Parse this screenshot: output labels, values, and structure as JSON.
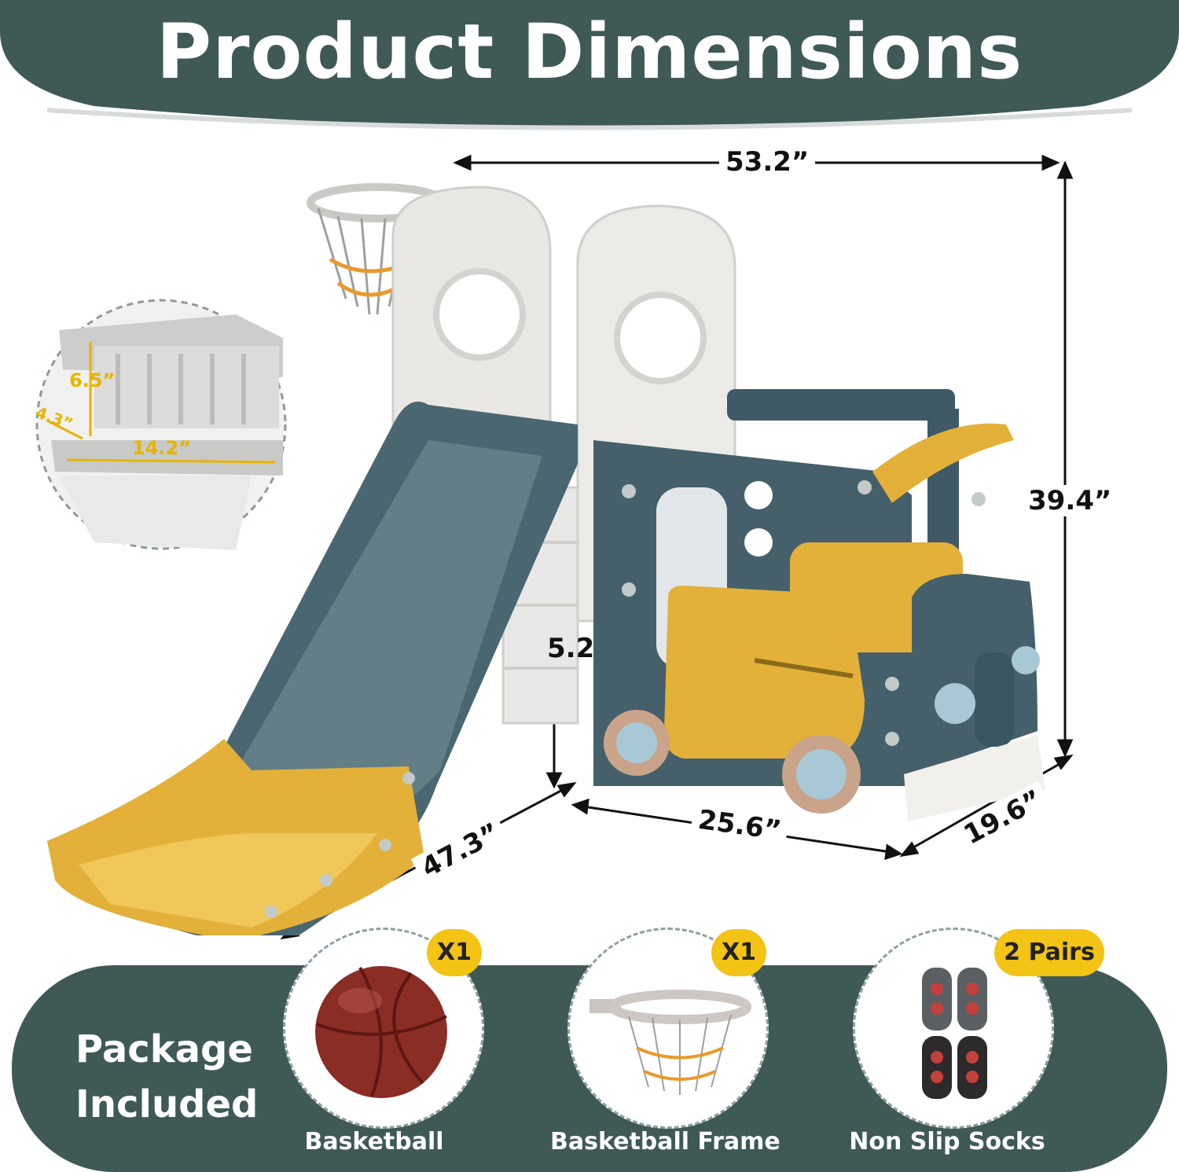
{
  "header": {
    "title": "Product Dimensions"
  },
  "dimensions": {
    "total_length": "53.2”",
    "height": "39.4”",
    "slide_length": "47.3”",
    "base_length": "25.6”",
    "width": "19.6”",
    "step_height_partial": "5.2"
  },
  "step_inset": {
    "step_height": "6.5”",
    "step_depth": "4.3”",
    "step_width": "14.2”"
  },
  "package": {
    "heading_line1": "Package",
    "heading_line2": "Included",
    "items": [
      {
        "label": "Basketball",
        "qty": "X1"
      },
      {
        "label": "Basketball Frame",
        "qty": "X1"
      },
      {
        "label": "Non Slip Socks",
        "qty": "2 Pairs"
      }
    ]
  },
  "colors": {
    "dark_teal": "#3f5957",
    "slide_teal": "#4a6670",
    "yellow": "#e3b13a",
    "badge_yellow": "#f3c316",
    "light_gray": "#e6e6e3"
  }
}
